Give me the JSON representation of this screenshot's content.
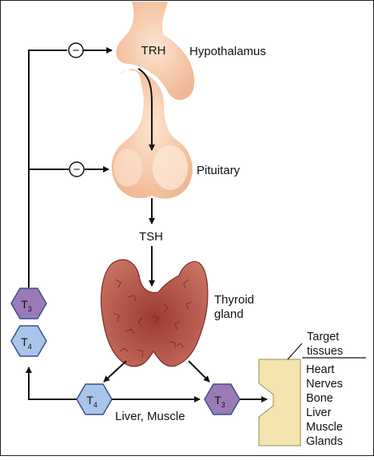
{
  "labels": {
    "trh": "TRH",
    "hypothalamus": "Hypothalamus",
    "pituitary": "Pituitary",
    "tsh": "TSH",
    "thyroid_line1": "Thyroid",
    "thyroid_line2": "gland",
    "liver_muscle": "Liver, Muscle",
    "target_line1": "Target",
    "target_line2": "tissues",
    "inhibit_symbol": "−"
  },
  "hormones": {
    "t3": {
      "letter": "T",
      "sub": "3"
    },
    "t4": {
      "letter": "T",
      "sub": "4"
    }
  },
  "target_tissues": [
    "Heart",
    "Nerves",
    "Bone",
    "Liver",
    "Muscle",
    "Glands"
  ],
  "colors": {
    "gland": "#f6c9a8",
    "gland_outline": "#c98e6b",
    "thyroid": "#b55a48",
    "thyroid_dark": "#8a2e2a",
    "t3_fill": "#9a7bb8",
    "t4_fill": "#a9c4ea",
    "hex_outline": "#3b4f8a",
    "target_box": "#f3e4b0",
    "line": "#111111"
  }
}
